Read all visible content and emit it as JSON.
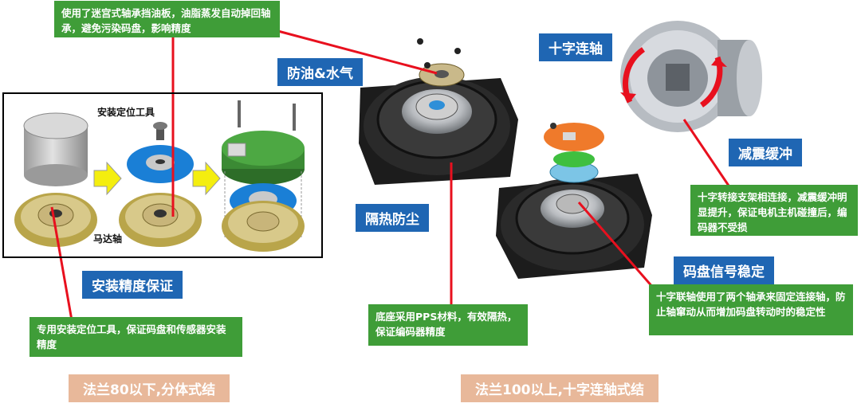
{
  "callouts": {
    "labyrinth": "使用了迷宫式轴承挡油板，油脂蒸发自动掉回轴承，避免污染码盘，影响精度",
    "positioning_tool": "专用安装定位工具，保证码盘和传感器安装精度",
    "pps_base": "底座采用PPS材料，有效隔热，保证编码器精度",
    "cross_bracket": "十字转接支架相连接，减震缓冲明显提升，保证电机主机碰撞后，编码器不受损",
    "cross_coupling": "十字联轴使用了两个轴承来固定连接轴，防止轴窜动从而增加码盘转动时的稳定性"
  },
  "labels": {
    "oil_water": "防油&水气",
    "heat_dust": "隔热防尘",
    "cross_shaft": "十字连轴",
    "damping": "减震缓冲",
    "encoder_signal": "码盘信号稳定",
    "install_precision": "安装精度保证"
  },
  "panel_labels": {
    "tool": "安装定位工具",
    "motor_shaft": "马达轴"
  },
  "footer": {
    "left": "法兰80以下,分体式结",
    "right": "法兰100以上,十字连轴式结"
  },
  "colors": {
    "callout_green": "#3f9d38",
    "label_blue": "#1f66b3",
    "footer_tan": "#e8b89a",
    "leader_red": "#e8101e"
  }
}
